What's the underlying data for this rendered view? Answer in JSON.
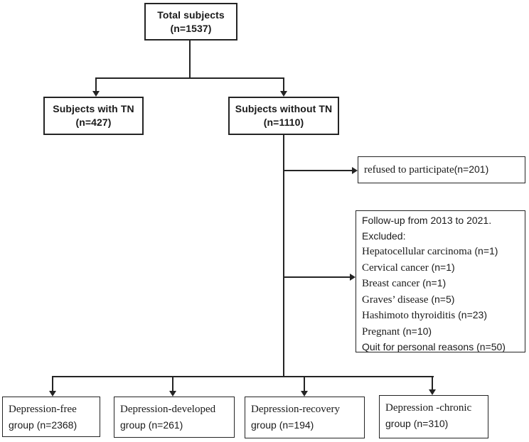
{
  "figure": {
    "type": "flowchart",
    "background": "#ffffff",
    "line_color": "#242424",
    "text_color": "#1a1a1a"
  },
  "boxes": {
    "total": {
      "line1": "Total subjects",
      "line2": "(n=1537)"
    },
    "with_tn": {
      "line1": "Subjects with TN",
      "line2": "(n=427)"
    },
    "without_tn": {
      "line1": "Subjects without TN",
      "line2": "(n=1110)"
    },
    "refused": {
      "label": "refused to participate",
      "count": "(n=201)"
    },
    "excluded": {
      "line1": "Follow-up from 2013 to 2021.",
      "line2": "Excluded:",
      "items": [
        {
          "label": "Hepatocellular carcinoma",
          "count": " (n=1)"
        },
        {
          "label": "Cervical cancer",
          "count": " (n=1)"
        },
        {
          "label": "Breast cancer",
          "count": " (n=1)"
        },
        {
          "label": "Graves’ disease",
          "count": " (n=5)"
        },
        {
          "label": "Hashimoto thyroiditis",
          "count": " (n=23)"
        },
        {
          "label": "Pregnant",
          "count": " (n=10)"
        }
      ],
      "line9": "Quit for personal reasons (n=50)"
    },
    "depression_free": {
      "line1": "Depression-free",
      "line2": "group (n=2368)"
    },
    "depression_developed": {
      "line1": "Depression-developed",
      "line2": "group (n=261)"
    },
    "depression_recovery": {
      "line1": "Depression-recovery",
      "line2": "group (n=194)"
    },
    "depression_chronic": {
      "line1": "Depression -chronic",
      "line2": "group (n=310)"
    }
  }
}
